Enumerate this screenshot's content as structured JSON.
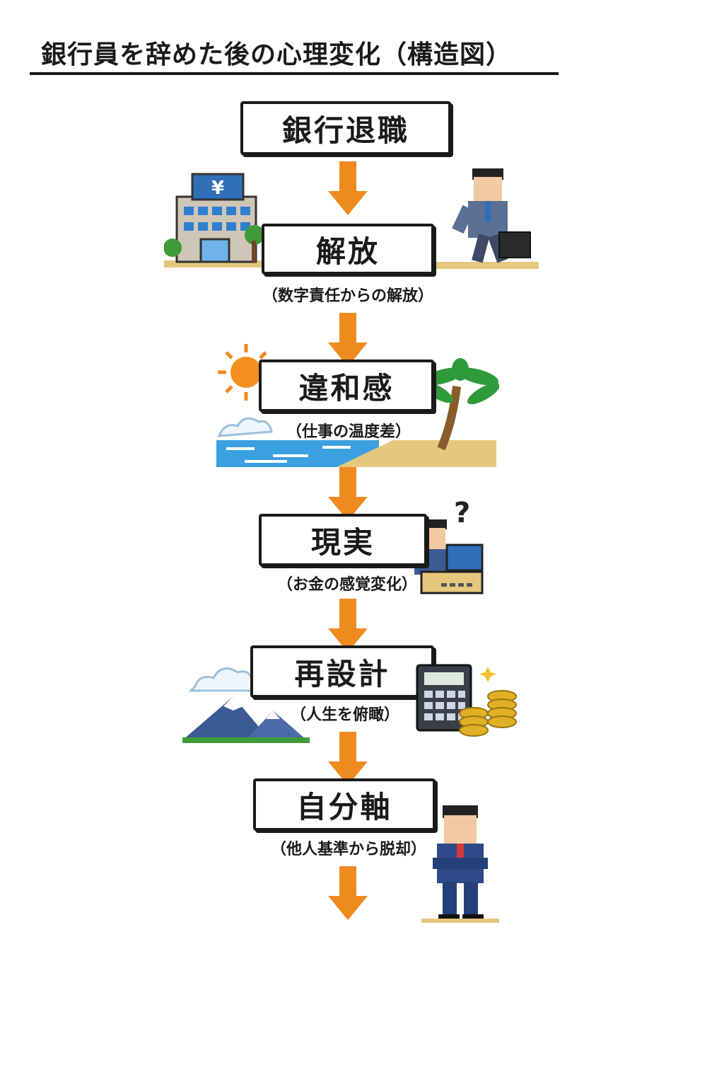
{
  "title": "銀行員を辞めた後の心理変化（構造図）",
  "steps": [
    {
      "label": "銀行退職",
      "sub": ""
    },
    {
      "label": "解放",
      "sub": "（数字責任からの解放）"
    },
    {
      "label": "違和感",
      "sub": "（仕事の温度差）"
    },
    {
      "label": "現実",
      "sub": "（お金の感覚変化）"
    },
    {
      "label": "再設計",
      "sub": "（人生を俯瞰）"
    },
    {
      "label": "自分軸",
      "sub": "（他人基準から脱却）"
    }
  ],
  "illustrations": {
    "bank_sign": "¥",
    "question_mark": "?"
  },
  "icons": [
    "bank-building-icon",
    "walking-businessman-icon",
    "sun-icon",
    "palm-tree-icon",
    "beach-icon",
    "cloud-icon",
    "confused-worker-icon",
    "mountain-icon",
    "calculator-icon",
    "coin-stack-icon",
    "confident-businessman-icon",
    "arrow-down-icon"
  ],
  "colors": {
    "arrow": "#ef8a20",
    "suit": "#3c5a96",
    "sand": "#e6c77e",
    "sea": "#3aa0e0"
  }
}
